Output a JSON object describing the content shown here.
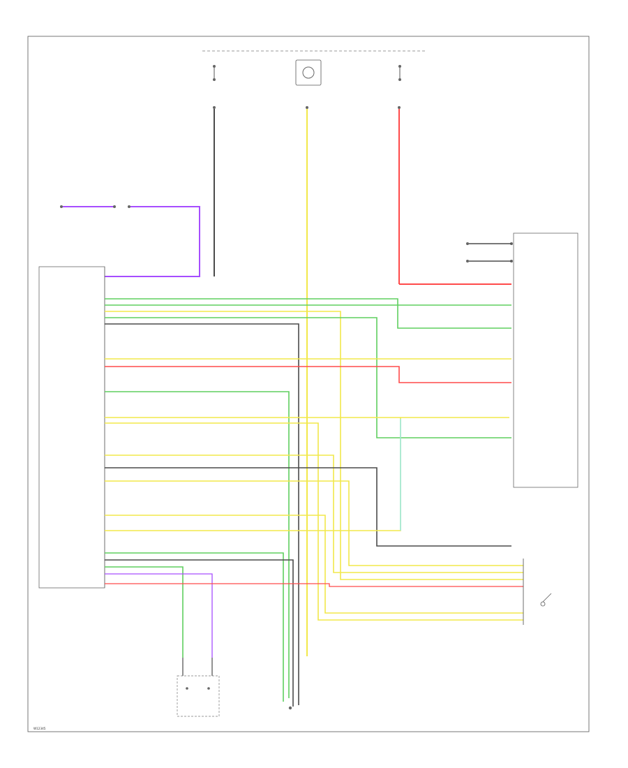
{
  "footer": {
    "code": "W12345"
  },
  "colors": {
    "black": "#4a4a4a",
    "green": "#5fcf5f",
    "yellow": "#f2e84a",
    "red": "#ff4a4a",
    "purple": "#a64dff",
    "cyan": "#7fe7ff",
    "frame": "#555555"
  },
  "diagram": {
    "type": "wiring-schematic",
    "connections": [
      "power-top-left",
      "power-top-center",
      "power-top-right",
      "module-pins-to-switch-assembly",
      "module-pins-to-bottom-ground",
      "module-pins-to-right-switches"
    ]
  }
}
